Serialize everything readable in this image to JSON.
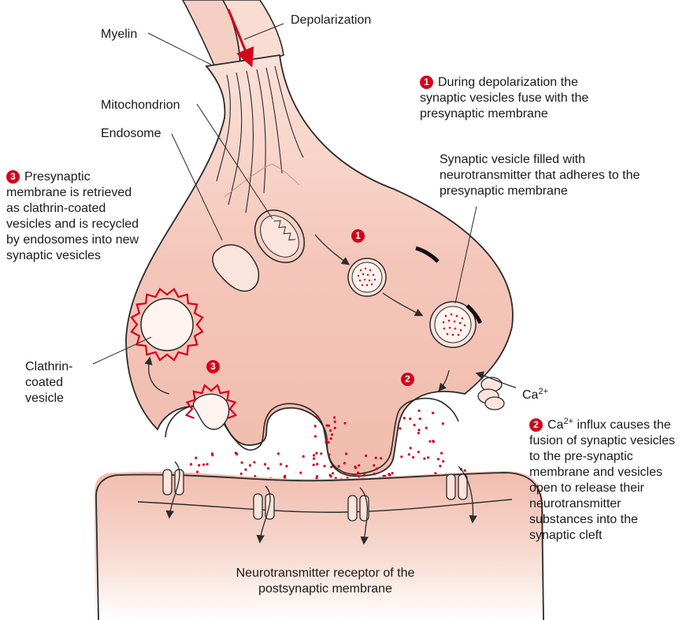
{
  "labels": {
    "depolarization": "Depolarization",
    "myelin": "Myelin",
    "mitochondrion": "Mitochondrion",
    "endosome": "Endosome",
    "step1_number": "1",
    "step1_text": "During depolarization the synaptic vesicles fuse with the presynaptic membrane",
    "vesicle_text": "Synaptic vesicle filled with neurotransmitter that adheres to the presynaptic membrane",
    "step3_number": "3",
    "step3_text": "Presynaptic membrane is retrieved as clathrin-coated vesicles and is recycled by endosomes into new synaptic vesicles",
    "clathrin": "Clathrin-coated vesicle",
    "ca_base": "Ca",
    "ca_sup": "2+",
    "step2_number": "2",
    "step2_text": "influx causes the fusion of synaptic vesicles to the pre-synaptic membrane and vesicles open to release their neurotransmitter substances into the synaptic cleft",
    "receptor": "Neurotransmitter receptor of the postsynaptic membrane"
  },
  "colors": {
    "cell_fill": "#f6cfc4",
    "cell_fill_light": "#fbe4dc",
    "outline": "#2b2b2b",
    "accent_red": "#d5001c",
    "vesicle_fill": "#fff4ef"
  }
}
